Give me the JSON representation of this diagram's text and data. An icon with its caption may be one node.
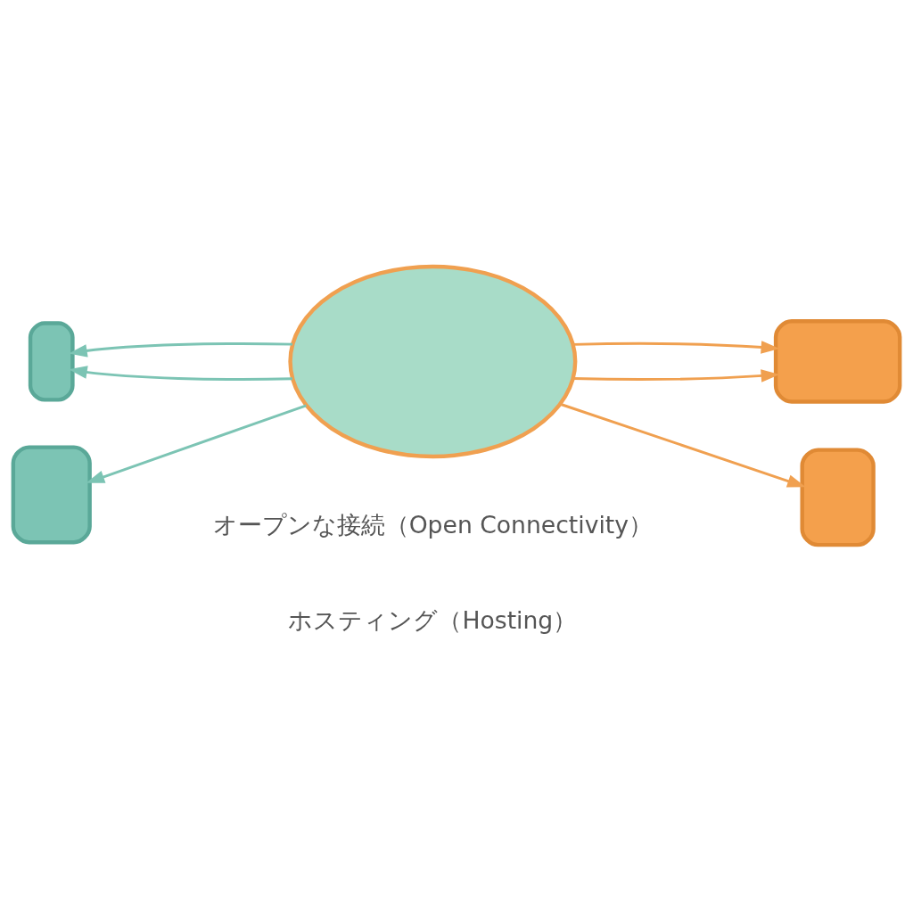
{
  "diagram": {
    "nodes": [
      {
        "text": [],
        "shape": "box"
      },
      {
        "text": [],
        "shape": "box"
      },
      {
        "text": [],
        "shape": "cloud"
      },
      {
        "text": [],
        "shape": "box"
      },
      {
        "text": [],
        "shape": "box"
      }
    ],
    "edges": [
      {
        "from": 2,
        "to": 0,
        "arrow": "to",
        "color": "#7cc4b4"
      },
      {
        "from": 2,
        "to": 0,
        "arrow": "to",
        "color": "#7cc4b4"
      },
      {
        "from": 2,
        "to": 1,
        "arrow": "to",
        "color": "#7cc4b4"
      },
      {
        "from": 2,
        "to": 3,
        "arrow": "to",
        "color": "#f0a050"
      },
      {
        "from": 2,
        "to": 3,
        "arrow": "to",
        "color": "#f0a050"
      },
      {
        "from": 2,
        "to": 4,
        "arrow": "to",
        "color": "#f0a050"
      }
    ],
    "labels": [
      "オープンな接続（Open Connectivity）",
      "ホスティング（Hosting）"
    ]
  }
}
